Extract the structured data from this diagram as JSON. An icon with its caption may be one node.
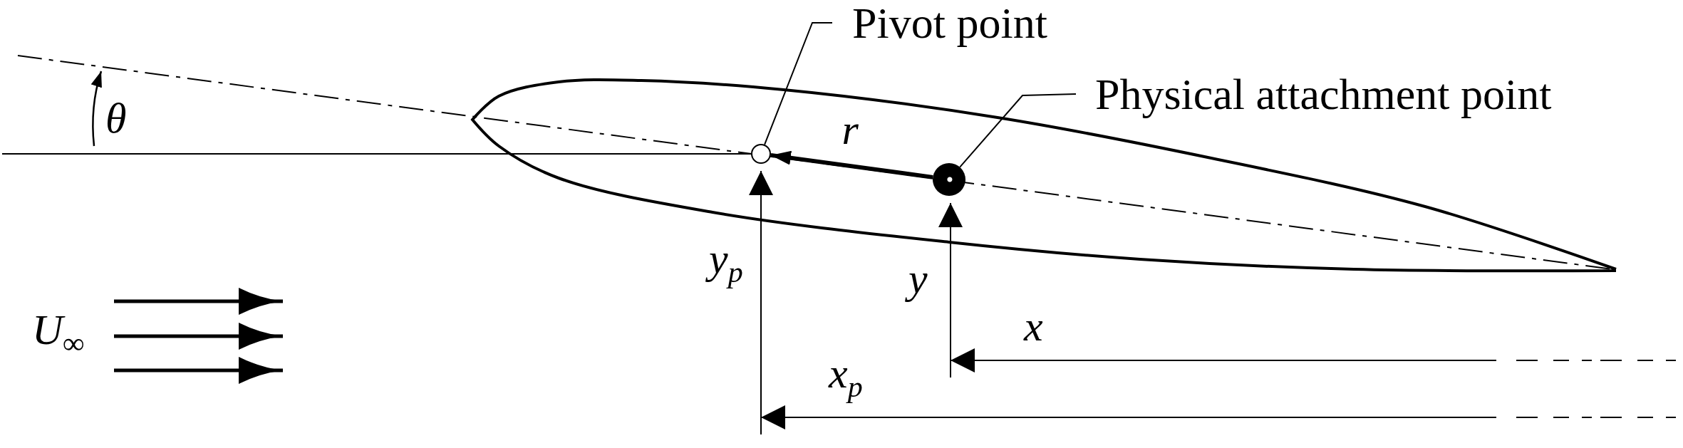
{
  "diagram": {
    "nodes": [
      {
        "text": [
          "Pivot point"
        ]
      },
      {
        "text": [],
        "shape": "circle"
      },
      {
        "text": [
          "Physical attachment point"
        ]
      },
      {
        "text": [],
        "shape": "circle"
      }
    ],
    "edges": [
      {
        "from": 0,
        "to": 1,
        "arrow": "none"
      },
      {
        "from": 2,
        "to": 3,
        "arrow": "none"
      },
      {
        "from": 3,
        "to": 1,
        "arrow": "to",
        "label": "r",
        "style": "thick"
      }
    ],
    "labels": [
      "θ",
      "y$_{p}$",
      "y",
      "U$_{∞}$",
      "x",
      "x$_{p}$"
    ]
  }
}
